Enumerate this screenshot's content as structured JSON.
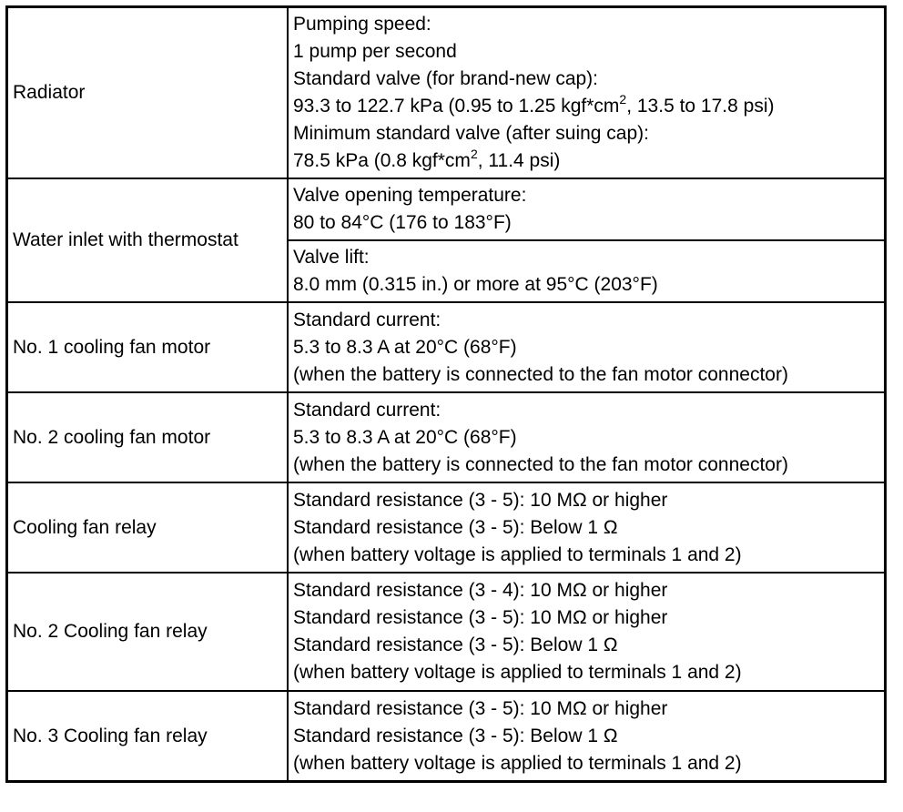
{
  "rows": [
    {
      "component": "Radiator",
      "specs": [
        [
          "Pumping speed:",
          "1 pump per second",
          "Standard valve (for brand-new cap):",
          "93.3 to 122.7 kPa (0.95 to 1.25 kgf*cm|2|, 13.5 to 17.8 psi)",
          "Minimum standard valve (after suing cap):",
          "78.5 kPa (0.8 kgf*cm|2|, 11.4 psi)"
        ]
      ]
    },
    {
      "component": "Water inlet with thermostat",
      "specs": [
        [
          "Valve opening temperature:",
          "80 to 84°C (176 to 183°F)"
        ],
        [
          "Valve lift:",
          "8.0 mm (0.315 in.) or more at 95°C (203°F)"
        ]
      ]
    },
    {
      "component": "No. 1 cooling fan motor",
      "specs": [
        [
          "Standard current:",
          "5.3 to 8.3 A at 20°C (68°F)",
          "(when the battery is connected to the fan motor connector)"
        ]
      ]
    },
    {
      "component": "No. 2 cooling fan motor",
      "specs": [
        [
          "Standard current:",
          "5.3 to 8.3 A at 20°C (68°F)",
          "(when the battery is connected to the fan motor connector)"
        ]
      ]
    },
    {
      "component": "Cooling fan relay",
      "specs": [
        [
          "Standard resistance (3 - 5): 10 MΩ or higher",
          "Standard resistance (3 - 5): Below 1 Ω",
          "(when battery voltage is applied to terminals 1 and 2)"
        ]
      ]
    },
    {
      "component": "No. 2 Cooling fan relay",
      "specs": [
        [
          "Standard resistance (3 - 4): 10 MΩ or higher",
          "Standard resistance (3 - 5): 10 MΩ or higher",
          "Standard resistance (3 - 5): Below 1 Ω",
          "(when battery voltage is applied to terminals 1 and 2)"
        ]
      ]
    },
    {
      "component": "No. 3 Cooling fan relay",
      "specs": [
        [
          "Standard resistance (3 - 5): 10 MΩ or higher",
          "Standard resistance (3 - 5): Below 1 Ω",
          "(when battery voltage is applied to terminals 1 and 2)"
        ]
      ]
    }
  ]
}
